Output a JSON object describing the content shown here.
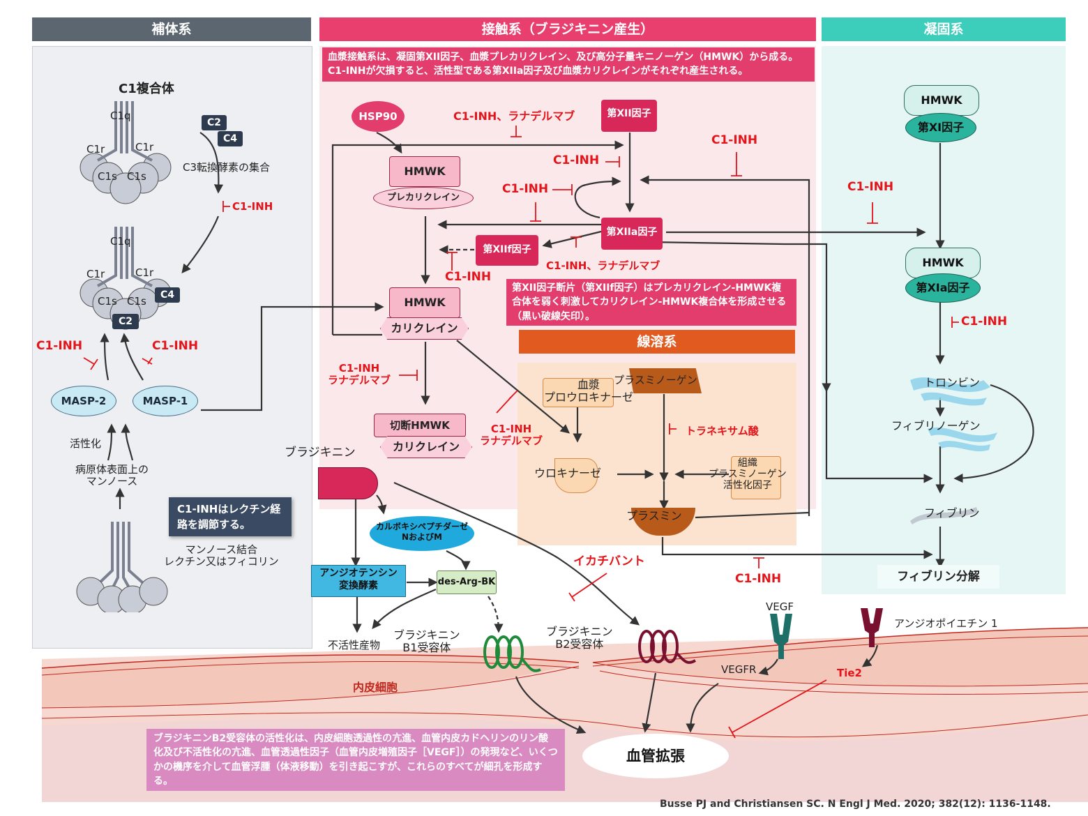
{
  "headers": {
    "complement": "補体系",
    "contact": "接触系（ブラジキニン産生）",
    "coagulation": "凝固系",
    "fibrinolysis": "線溶系"
  },
  "notes": {
    "contact_intro": "血漿接触系は、凝固第XII因子、血漿プレカリクレイン、及び高分子量キニノーゲン（HMWK）から成る。C1-INHが欠損すると、活性型である第XIIa因子及び血漿カリクレインがそれぞれ産生される。",
    "fxiif": "第XII因子断片（第XIIf因子）はプレカリクレイン-HMWK複合体を弱く刺激してカリクレイン-HMWK複合体を形成させる（黒い破線矢印）。",
    "lectin": "C1-INHはレクチン経路を調節する。",
    "b2": "ブラジキニンB2受容体の活性化は、内皮細胞透過性の亢進、血管内皮カドヘリンのリン酸化及び不活性化の亢進、血管透過性因子（血管内皮増殖因子［VEGF］）の発現など、いくつかの機序を介して血管浮腫（体液移動）を引き起こすが、これらのすべてが細孔を形成する。"
  },
  "complement": {
    "c1_complex": "C1複合体",
    "c1q": "C1q",
    "c1r": "C1r",
    "c1s": "C1s",
    "c2": "C2",
    "c4": "C4",
    "c3_convertase": "C3転換酵素の集合",
    "masp2": "MASP-2",
    "masp1": "MASP-1",
    "activation": "活性化",
    "pathogen_mannose": "病原体表面上の\nマンノース",
    "mbl": "マンノース結合\nレクチン又はフィコリン"
  },
  "contact": {
    "hsp90": "HSP90",
    "hmwk": "HMWK",
    "prekallikrein": "プレカリクレイン",
    "kallikrein": "カリクレイン",
    "cleaved_hmwk": "切断HMWK",
    "fxii": "第XII因子",
    "fxiia": "第XIIa因子",
    "fxiif": "第XIIf因子",
    "bradykinin": "ブラジキニン",
    "carboxypeptidase": "カルボキシペプチダーゼ\nNおよびM",
    "ace": "アンジオテンシン\n変換酵素",
    "desargbk": "des-Arg-BK",
    "inactive": "不活性産物"
  },
  "fibrinolysis": {
    "plasminogen": "プラスミノーゲン",
    "pro_uk": "血漿\nプロウロキナーゼ",
    "urokinase": "ウロキナーゼ",
    "tpa": "組織\nプラスミノーゲン\n活性化因子",
    "plasmin": "プラスミン",
    "tranexamic": "トラネキサム酸"
  },
  "coagulation": {
    "hmwk": "HMWK",
    "fxi": "第XI因子",
    "fxia": "第XIa因子",
    "thrombin": "トロンビン",
    "fibrinogen": "フィブリノーゲン",
    "fibrin": "フィブリン",
    "fibrinolysis": "フィブリン分解"
  },
  "inhibitors": {
    "c1inh": "C1-INH",
    "c1inh_lanadelumab": "C1-INH、ラナデルマブ",
    "c1inh_lanadelumab_2line": "C1-INH\nラナデルマブ",
    "icatibant": "イカチバント"
  },
  "vessel": {
    "b1": "ブラジキニン\nB1受容体",
    "b2": "ブラジキニン\nB2受容体",
    "vegf": "VEGF",
    "vegfr": "VEGFR",
    "ang1": "アンジオポイエチン 1",
    "tie2": "Tie2",
    "endothelial": "内皮細胞",
    "vasodilation": "血管拡張"
  },
  "citation": "Busse PJ and Christiansen SC. N Engl J Med. 2020; 382(12): 1136-1148.",
  "colors": {
    "complement_header": "#5c6670",
    "contact_header": "#e83f6f",
    "coag_header": "#3dcdbb",
    "fibrinolysis_header": "#e15b21",
    "inhibitor": "#e3141a"
  }
}
